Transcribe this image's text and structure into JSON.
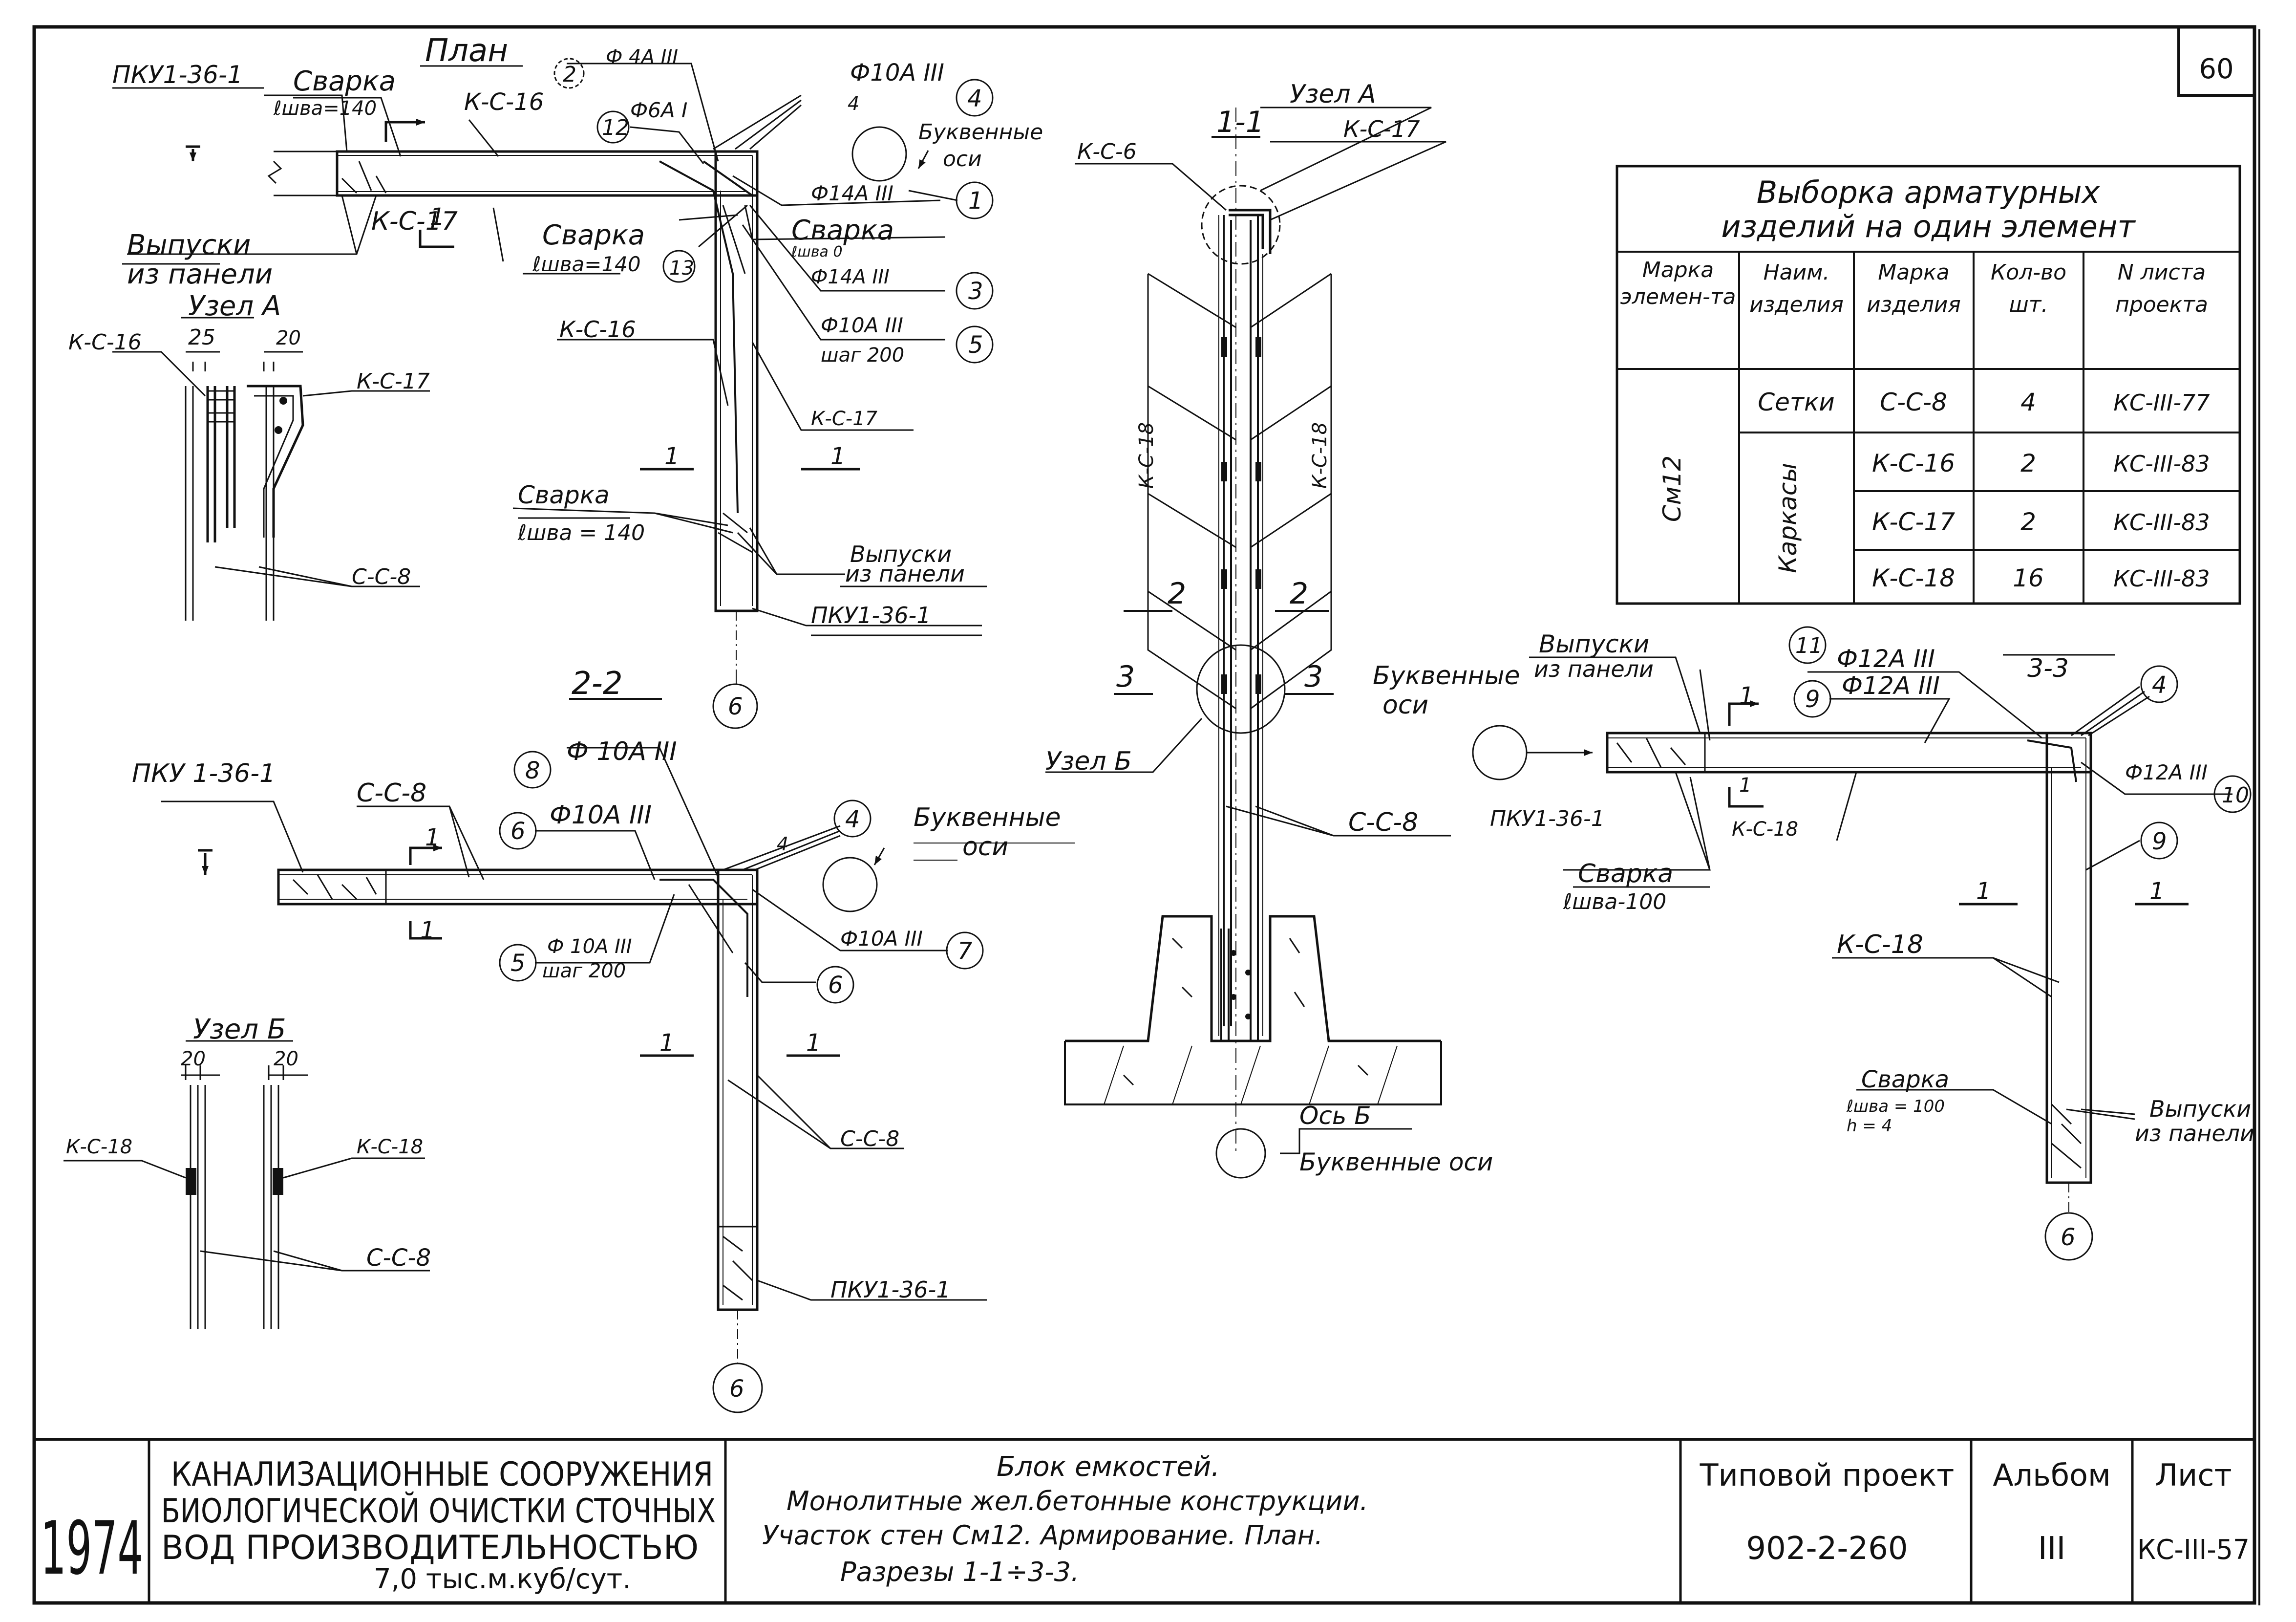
{
  "sheet_number": "60",
  "labels": {
    "pku_plan": "ПКУ1-36-1",
    "svarka": "Сварка",
    "lshva_140": "ℓшва=140",
    "plan_title": "План",
    "n2": "2",
    "phi4a3_top": "Ф 4А III",
    "ks16_plan": "К-С-16",
    "n12": "12",
    "phi6a1": "Ф6А I",
    "phi10a3_top": "Ф10А III",
    "n4": "4",
    "dim4": "4",
    "bukv_osi_1": "Буквенные",
    "bukv_osi_1b": "оси",
    "phi14a3": "Ф14А III",
    "n1": "1",
    "sec1": "1",
    "ks17_plan": "К-С-17",
    "vypuski": "Выпуски",
    "iz_paneli": "из панели",
    "svarka2": "Сварка",
    "lshva2": "ℓшва=140",
    "n13": "13",
    "svarka3": "Сварка",
    "lshva3": "ℓшва 0",
    "phi14a3_b": "Ф14А III",
    "n3": "3",
    "phi10a3_b": "Ф10А III",
    "shag200": "шаг 200",
    "n5": "5",
    "uzel_a": "Узел А",
    "ks16_a": "К-С-16",
    "d25": "25",
    "d20": "20",
    "ks17_a": "К-С-17",
    "cc8_a": "С-С-8",
    "ks16_v": "К-С-16",
    "ks17_v": "К-С-17",
    "svarka_v": "Сварка",
    "lshva_v": "ℓшва = 140",
    "vypuski_v": "Выпуски",
    "iz_paneli_v": "из панели",
    "pku_v": "ПКУ1-36-1",
    "n6": "6",
    "sec_2_2": "2-2",
    "pku_22": "ПКУ 1-36-1",
    "cc8_22": "С-С-8",
    "n8": "8",
    "phi10_8": "Ф 10А III",
    "phi10_6": "Ф10А III",
    "n6b": "6",
    "bukv_22": "Буквенные",
    "bukv_22b": "оси",
    "phi10_5": "Ф 10А III",
    "shag200_5": "шаг 200",
    "phi10_7": "Ф10А III",
    "n7": "7",
    "cc8_22v": "С-С-8",
    "pku_22v": "ПКУ1-36-1",
    "uzel_b": "Узел Б",
    "ks18_b1": "К-С-18",
    "ks18_b2": "К-С-18",
    "cc8_b": "С-С-8",
    "sec_1_1": "1-1",
    "uzel_a2": "Узел А",
    "ks6": "К-С-6",
    "ks17_11": "К-С-17",
    "ks18_l": "К-С-18",
    "ks18_r": "К-С-18",
    "s2": "2",
    "s3": "3",
    "uzel_b2": "Узел Б",
    "cc8_11": "С-С-8",
    "os_b": "Ось Б",
    "bukv_os": "Буквенные оси",
    "bukv_33": "Буквенные",
    "bukv_33b": "оси",
    "vypuski_33": "Выпуски",
    "iz_paneli_33": "из панели",
    "n11": "11",
    "phi12_11": "Ф12А III",
    "n9": "9",
    "phi12_9": "Ф12А III",
    "sec_3_3": "3-3",
    "pku_33": "ПКУ1-36-1",
    "ks18_33": "К-С-18",
    "phi12_10": "Ф12А III",
    "n10": "10",
    "svarka_33": "Сварка",
    "lshva_33": "ℓшва-100",
    "ks18_33v": "К-С-18",
    "svarka_33v": "Сварка",
    "lshva_33v": "ℓшва = 100",
    "h4": "h = 4",
    "vypuski_33v": "Выпуски",
    "iz_paneli_33v": "из панели"
  },
  "table": {
    "title_line1": "Выборка арматурных",
    "title_line2": "изделий на один элемент",
    "headers": [
      "Марка элемен-та",
      "Наим. изделия",
      "Марка изделия",
      "Кол-во шт.",
      "N листа проекта"
    ],
    "element": "См12",
    "group_setki": "Сетки",
    "group_karkasy": "Каркасы",
    "rows": [
      {
        "mark": "С-С-8",
        "qty": "4",
        "sheet": "КС-III-77"
      },
      {
        "mark": "К-С-16",
        "qty": "2",
        "sheet": "КС-III-83"
      },
      {
        "mark": "К-С-17",
        "qty": "2",
        "sheet": "КС-III-83"
      },
      {
        "mark": "К-С-18",
        "qty": "16",
        "sheet": "КС-III-83"
      }
    ]
  },
  "stamp": {
    "year": "1974",
    "org_line1": "КАНАЛИЗАЦИОННЫЕ СООРУЖЕНИЯ",
    "org_line2": "БИОЛОГИЧЕСКОЙ ОЧИСТКИ СТОЧНЫХ",
    "org_line3": "ВОД ПРОИЗВОДИТЕЛЬНОСТЬЮ",
    "org_line4": "7,0 тыс.м.куб/сут.",
    "desc_line1": "Блок емкостей.",
    "desc_line2": "Монолитные жел.бетонные конструкции.",
    "desc_line3": "Участок стен См12. Армирование. План.",
    "desc_line4": "Разрезы 1-1÷3-3.",
    "project_label": "Типовой проект",
    "project_value": "902-2-260",
    "album_label": "Альбом",
    "album_value": "III",
    "sheet_label": "Лист",
    "sheet_value": "КС-III-57"
  }
}
